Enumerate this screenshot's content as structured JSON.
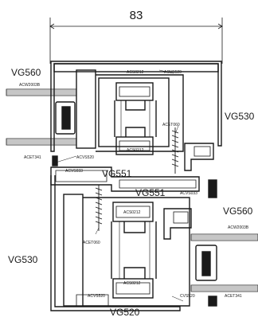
{
  "dimension": {
    "value": "83"
  },
  "profiles": {
    "top_left": "VG560",
    "right_upper": "VG530",
    "center_upper": "VG551",
    "center_lower": "VG551",
    "right_middle": "VG560",
    "left_lower": "VG530",
    "bottom": "VG520"
  },
  "parts": {
    "acw_top": "ACW2003B",
    "acs_top_1": "ACS0212",
    "acvs_top": "ACVS520",
    "acs_top_2": "ACS0212",
    "acet_upper": "ACET060",
    "acvs_upper": "ACVS520",
    "acet341_upper": "ACET341",
    "acvs_left": "ACVS033",
    "acvs_right": "ACVS033",
    "acs_lower_1": "ACS0212",
    "acet_lower": "ACET060",
    "acw_lower": "ACW2003B",
    "acs_lower_2": "ACS0212",
    "acvs_bottom_left": "ACVS520",
    "acvs_bottom_right": "CVS520",
    "acet341_lower": "ACET341"
  }
}
